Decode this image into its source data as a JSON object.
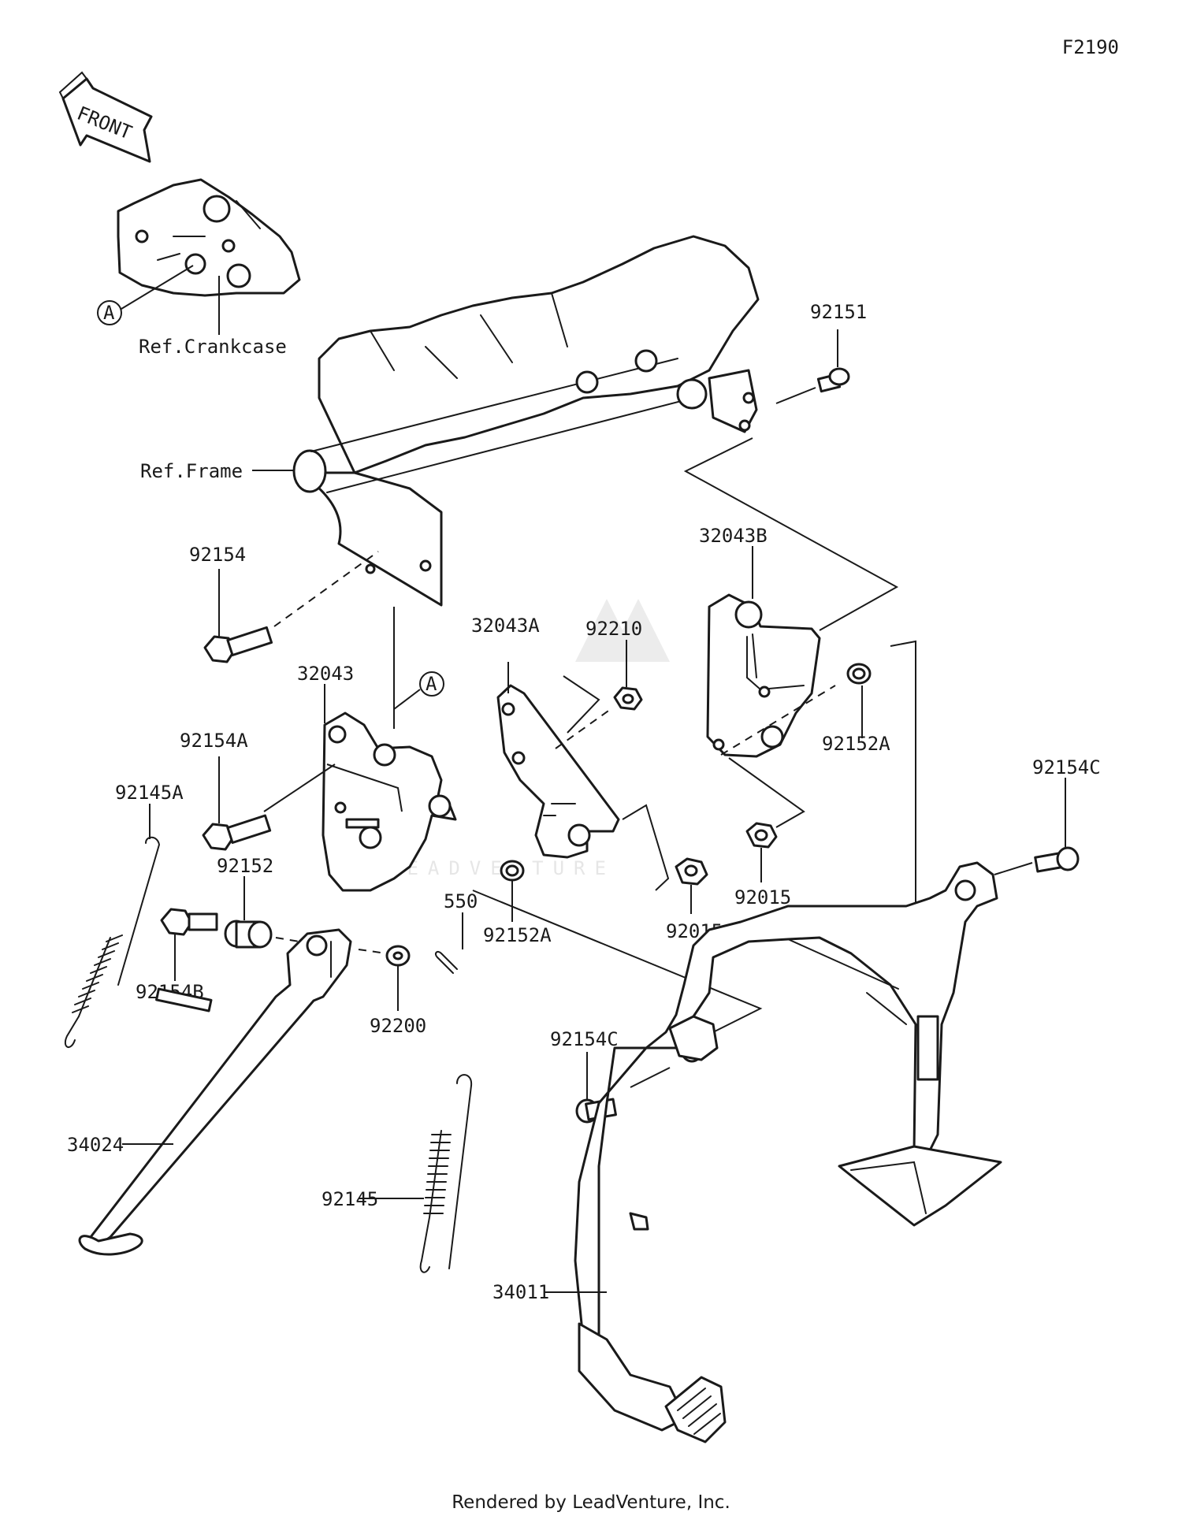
{
  "figure_number": "F2190",
  "front_label": "FRONT",
  "ref_marker": "A",
  "references": {
    "crankcase": "Ref.Crankcase",
    "frame": "Ref.Frame"
  },
  "parts": {
    "p92151": "92151",
    "p32043B": "32043B",
    "p92154": "92154",
    "p32043A": "32043A",
    "p92210": "92210",
    "p32043": "32043",
    "p92152A_r": "92152A",
    "p92154A": "92154A",
    "p92154C_r": "92154C",
    "p92145A": "92145A",
    "p92152": "92152",
    "p550": "550",
    "p92015_r": "92015",
    "p92152A_m": "92152A",
    "p92015_m": "92015",
    "p92154B": "92154B",
    "p92200": "92200",
    "p92154C_m": "92154C",
    "p34024": "34024",
    "p92145": "92145",
    "p34011": "34011"
  },
  "watermark": "LEADVENTURE",
  "footer": "Rendered by LeadVenture, Inc."
}
